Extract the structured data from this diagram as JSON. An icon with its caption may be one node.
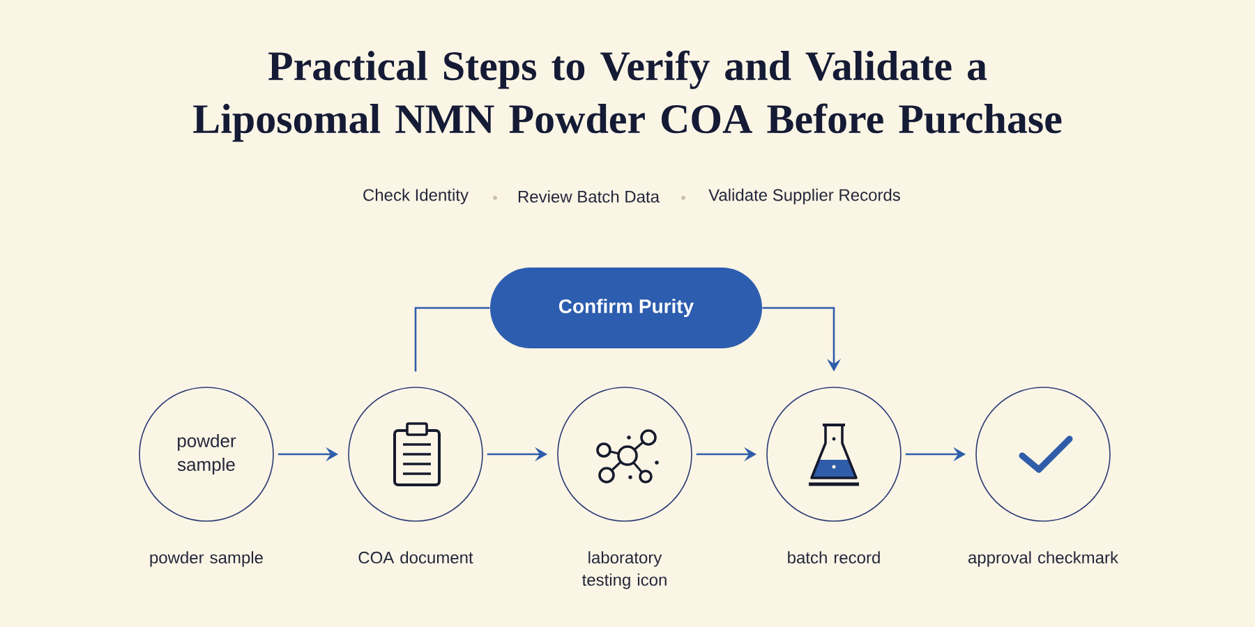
{
  "diagram": {
    "title": "Practical Steps to Verify and Validate a Liposomal NMN Powder COA Before Purchase",
    "nodes": [
      {
        "text": [
          "Confirm Purity"
        ]
      },
      {
        "text": [
          "powder sample"
        ],
        "beside": [
          "powder sample"
        ]
      },
      {
        "text": [],
        "shape": "circle",
        "beside": [
          "COA document"
        ]
      },
      {
        "text": [],
        "shape": "circle",
        "beside": [
          "laboratory testing icon"
        ]
      },
      {
        "text": [],
        "shape": "circle",
        "beside": [
          "batch record"
        ]
      },
      {
        "text": [],
        "shape": "circle",
        "beside": [
          "approval checkmark"
        ]
      }
    ],
    "edges": [
      {
        "from": 1,
        "to": 2,
        "arrow": "to"
      },
      {
        "from": 2,
        "to": 3,
        "arrow": "to"
      },
      {
        "from": 3,
        "to": 4,
        "arrow": "to"
      },
      {
        "from": 4,
        "to": 5,
        "arrow": "to"
      },
      {
        "from": 2,
        "to": 0,
        "arrow": "none"
      },
      {
        "from": 0,
        "to": 4,
        "arrow": "to"
      }
    ],
    "labels": [
      "Check Identity",
      "Review Batch Data",
      "Validate Supplier Records"
    ]
  }
}
